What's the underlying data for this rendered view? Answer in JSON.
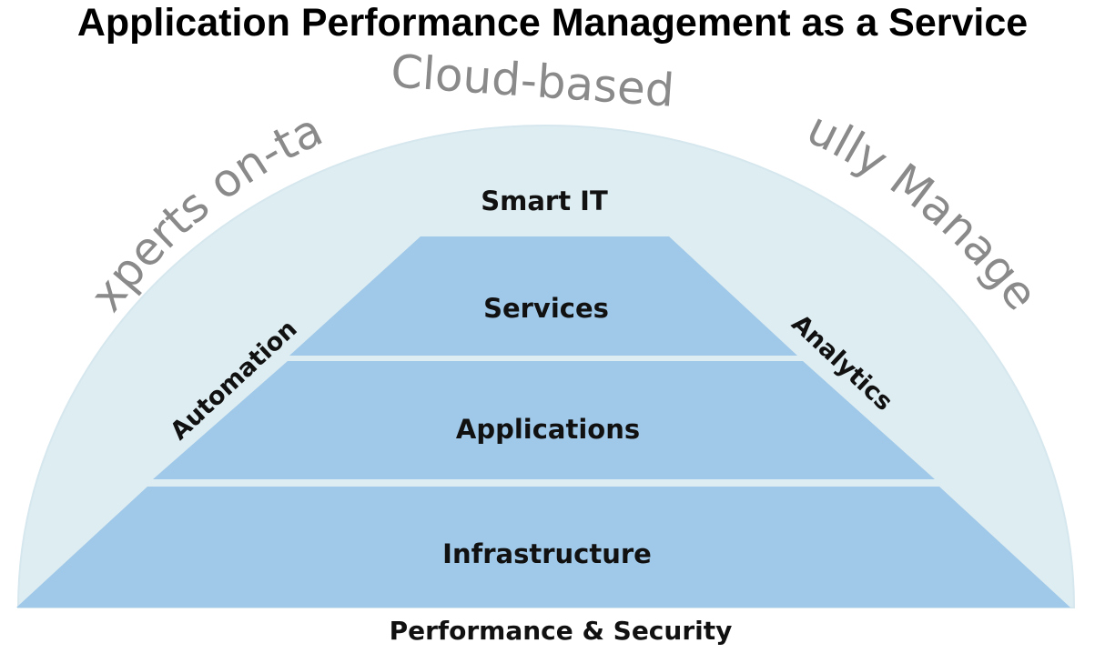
{
  "title": "Application Performance Management as a Service",
  "arc_labels": {
    "top": "Cloud-based",
    "left": "Experts on-tap",
    "right": "Fully Managed"
  },
  "pyramid": {
    "apex_label": "Smart IT",
    "layers": [
      "Services",
      "Applications",
      "Infrastructure"
    ]
  },
  "side_labels": {
    "left": "Automation",
    "right": "Analytics"
  },
  "base_label": "Performance & Security",
  "colors": {
    "dome_fill": "#ddedf2",
    "dome_stroke": "#d6e7ee",
    "layer_fill": "#a0c8e8",
    "arc_text": "#8a8a8a"
  }
}
